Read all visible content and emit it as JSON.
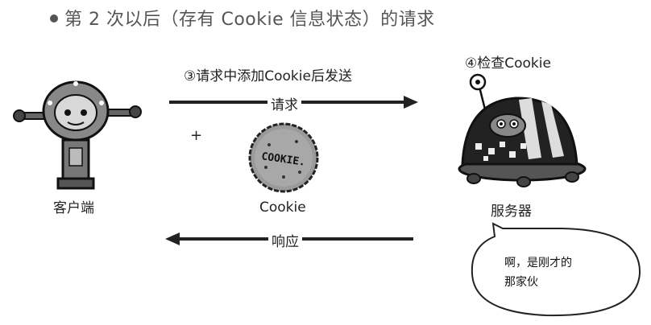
{
  "title": "第 2 次以后（存有 Cookie 信息状态）的请求",
  "step3_label": "③请求中添加Cookie后发送",
  "step4_label": "④检查Cookie",
  "request_label": "请求",
  "response_label": "响应",
  "plus_sign": "+",
  "client_label": "客户端",
  "cookie_label": "Cookie",
  "cookie_text": "COOKIE.",
  "server_label": "服务器",
  "bubble_line1": "啊，是刚才的",
  "bubble_line2": "那家伙"
}
